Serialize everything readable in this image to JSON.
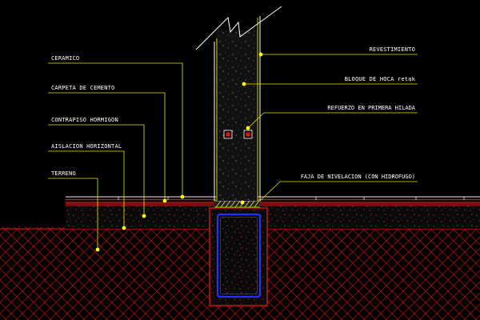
{
  "labels": {
    "ceramico": "CERAMICO",
    "carpeta": "CARPETA DE CEMENTO",
    "contrapiso": "CONTRAPISO HORMIGON",
    "aislacion": "AISLACION HORIZONTAL",
    "terreno": "TERRENO",
    "revestimiento": "REVESTIMIENTO",
    "bloque": "BLOQUE DE HOCA retak",
    "refuerzo": "REFUERZO EN PRIMERA HILADA",
    "faja": "FAJA DE NIVELACION (CON HIDROFUGO)"
  },
  "colors": {
    "background": "#000000",
    "leader": "#e6e600",
    "ground_hatch": "#b01010",
    "concrete_outline": "#cc1a1a",
    "rebar": "#2233ff",
    "wall_fill": "#141414",
    "text": "#ffffff"
  },
  "icons": {
    "break": "break-line-icon"
  }
}
